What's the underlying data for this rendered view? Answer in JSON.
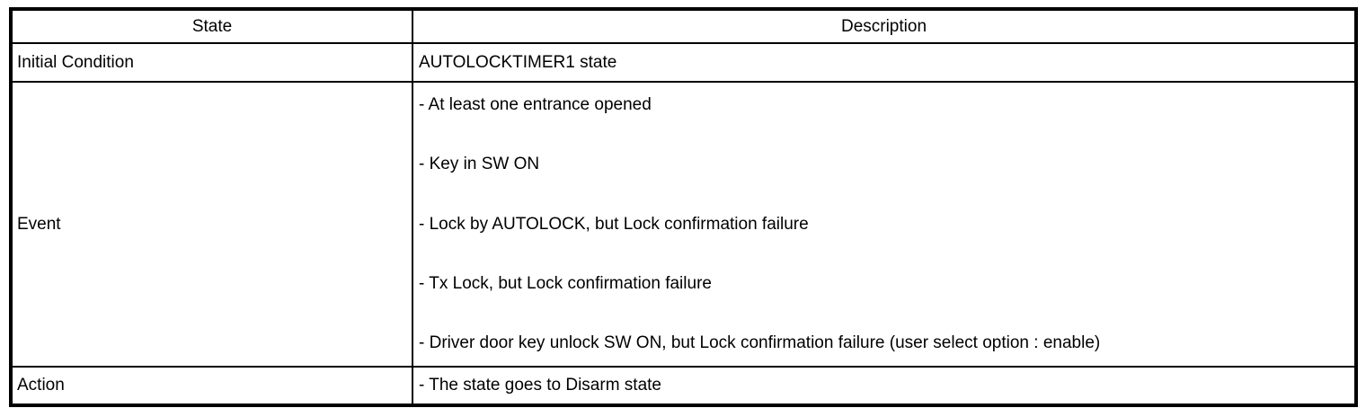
{
  "table": {
    "columns": [
      {
        "label": "State"
      },
      {
        "label": "Description"
      }
    ],
    "rows": [
      {
        "state": "Initial Condition",
        "description": [
          "AUTOLOCKTIMER1 state"
        ]
      },
      {
        "state": "Event",
        "description": [
          "- At least one entrance opened",
          "- Key in SW ON",
          "- Lock by AUTOLOCK, but Lock confirmation failure",
          "- Tx Lock, but Lock confirmation failure",
          "- Driver door key unlock SW ON, but Lock confirmation failure (user select option : enable)"
        ]
      },
      {
        "state": "Action",
        "description": [
          "- The state goes to Disarm state"
        ]
      }
    ],
    "colors": {
      "border": "#000000",
      "background": "#ffffff",
      "text": "#000000"
    }
  }
}
